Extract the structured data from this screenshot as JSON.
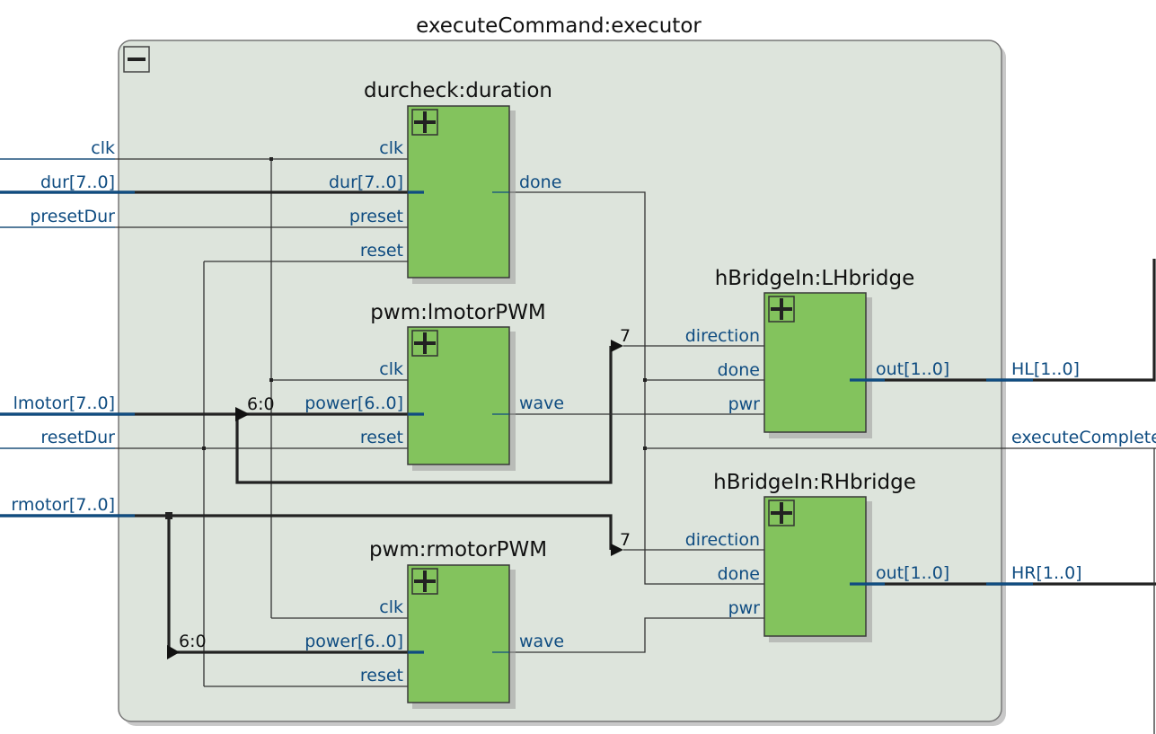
{
  "container": {
    "title": "executeCommand:executor",
    "collapse_icon": "minus-box-icon"
  },
  "inputs": {
    "clk": "clk",
    "dur": "dur[7..0]",
    "presetDur": "presetDur",
    "lmotor": "lmotor[7..0]",
    "resetDur": "resetDur",
    "rmotor": "rmotor[7..0]"
  },
  "outputs": {
    "HL": "HL[1..0]",
    "executeComplete": "executeComplete",
    "HR": "HR[1..0]"
  },
  "blocks": {
    "durcheck": {
      "title": "durcheck:duration",
      "expand_icon": "plus-box-icon",
      "ports": {
        "clk": "clk",
        "dur": "dur[7..0]",
        "preset": "preset",
        "reset": "reset",
        "done": "done"
      }
    },
    "lmotorPWM": {
      "title": "pwm:lmotorPWM",
      "expand_icon": "plus-box-icon",
      "ports": {
        "clk": "clk",
        "power": "power[6..0]",
        "reset": "reset",
        "wave": "wave"
      }
    },
    "rmotorPWM": {
      "title": "pwm:rmotorPWM",
      "expand_icon": "plus-box-icon",
      "ports": {
        "clk": "clk",
        "power": "power[6..0]",
        "reset": "reset",
        "wave": "wave"
      }
    },
    "LHbridge": {
      "title": "hBridgeIn:LHbridge",
      "expand_icon": "plus-box-icon",
      "ports": {
        "direction": "direction",
        "done": "done",
        "pwr": "pwr",
        "out": "out[1..0]"
      }
    },
    "RHbridge": {
      "title": "hBridgeIn:RHbridge",
      "expand_icon": "plus-box-icon",
      "ports": {
        "direction": "direction",
        "done": "done",
        "pwr": "pwr",
        "out": "out[1..0]"
      }
    }
  },
  "bus_slices": {
    "lmotor_slice": "6:0",
    "lmotor_bit": "7",
    "rmotor_slice": "6:0",
    "rmotor_bit": "7"
  }
}
